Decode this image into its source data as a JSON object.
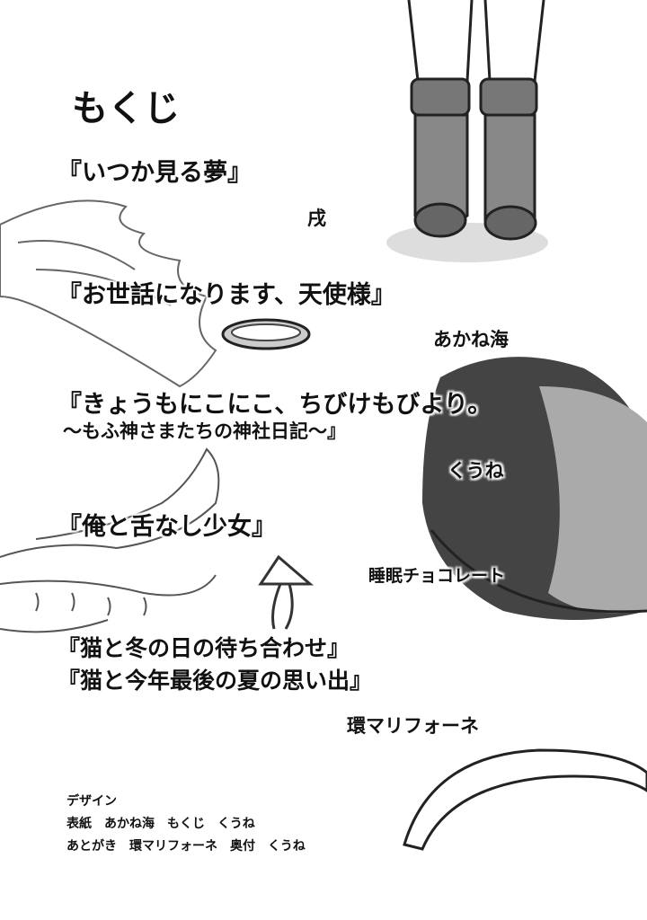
{
  "heading": "もくじ",
  "entries": [
    {
      "title": "『いつか見る夢』",
      "author": "戌"
    },
    {
      "title": "『お世話になります、天使様』",
      "author": "あかね海"
    },
    {
      "title_line1": "『きょうもにこにこ、ちびけもびより。",
      "title_line2": "〜もふ神さまたちの神社日記〜』",
      "author": "くうね"
    },
    {
      "title": "『俺と舌なし少女』",
      "author": "睡眠チョコレート"
    },
    {
      "title_line1": "『猫と冬の日の待ち合わせ』",
      "title_line2": "『猫と今年最後の夏の思い出』",
      "author": "環マリフォーネ"
    }
  ],
  "credits": {
    "line1": "デザイン",
    "line2": "表紙　あかね海　もくじ　くうね",
    "line3": "あとがき　環マリフォーネ　奥付　くうね"
  }
}
